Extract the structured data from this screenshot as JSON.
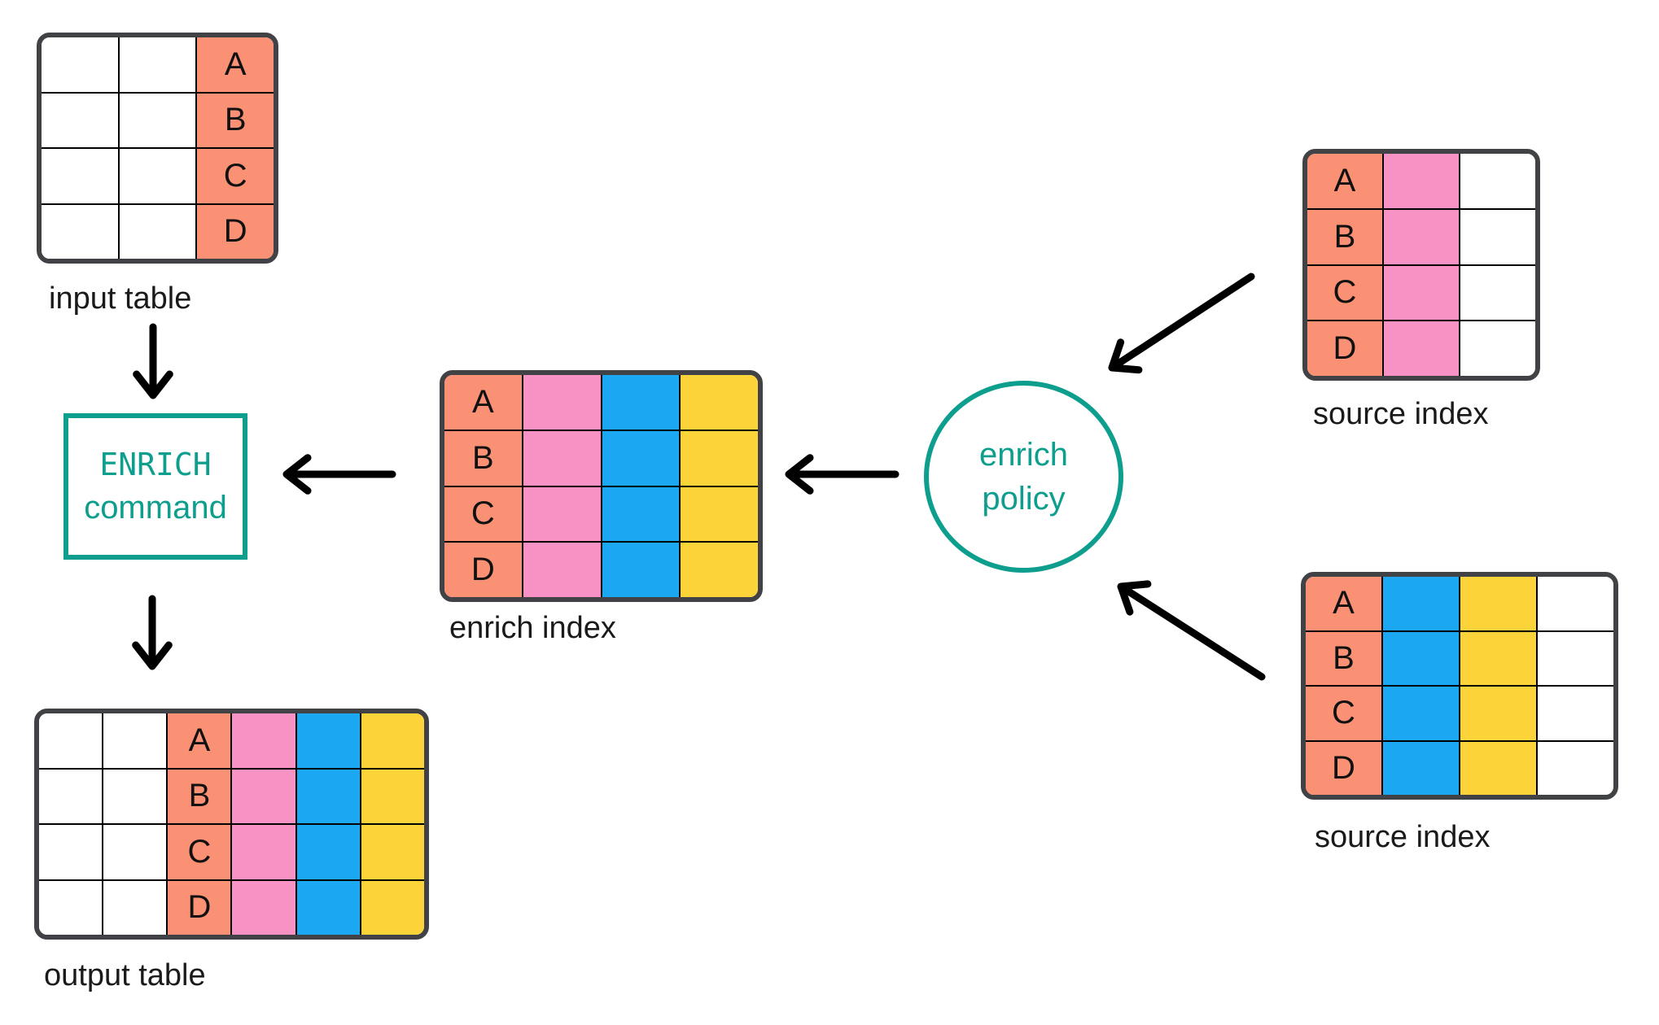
{
  "colors": {
    "white": "#FFFFFF",
    "salmon": "#FA9175",
    "pink": "#F892C4",
    "blue": "#1CA7F2",
    "yellow": "#FDD33A",
    "teal": "#0D9E8E",
    "table_border": "#414246",
    "grid_line": "#000000",
    "arrow": "#000000",
    "label_text": "#1A1A1A"
  },
  "tables": {
    "input_table": {
      "label": "input table",
      "letters": [
        "A",
        "B",
        "C",
        "D"
      ],
      "columns": [
        "white",
        "white",
        "salmon"
      ],
      "letter_column": 2
    },
    "enrich_index": {
      "label": "enrich index",
      "letters": [
        "A",
        "B",
        "C",
        "D"
      ],
      "columns": [
        "salmon",
        "pink",
        "blue",
        "yellow"
      ],
      "letter_column": 0
    },
    "source_index_top": {
      "label": "source index",
      "letters": [
        "A",
        "B",
        "C",
        "D"
      ],
      "columns": [
        "salmon",
        "pink",
        "white"
      ],
      "letter_column": 0
    },
    "source_index_bottom": {
      "label": "source index",
      "letters": [
        "A",
        "B",
        "C",
        "D"
      ],
      "columns": [
        "salmon",
        "blue",
        "yellow",
        "white"
      ],
      "letter_column": 0
    },
    "output_table": {
      "label": "output table",
      "letters": [
        "A",
        "B",
        "C",
        "D"
      ],
      "columns": [
        "white",
        "white",
        "salmon",
        "pink",
        "blue",
        "yellow"
      ],
      "letter_column": 2
    }
  },
  "nodes": {
    "enrich_command": {
      "line1": "ENRICH",
      "line2": "command"
    },
    "enrich_policy": {
      "line1": "enrich",
      "line2": "policy"
    }
  }
}
